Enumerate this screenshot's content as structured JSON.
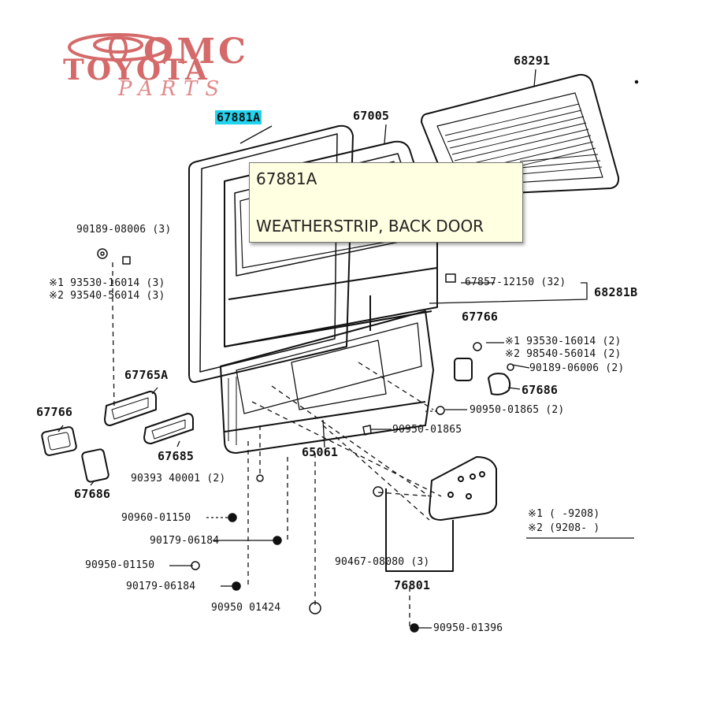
{
  "logo": {
    "omc": "OMC",
    "toyota": "TOYOTA",
    "parts": "PARTS"
  },
  "tooltip": {
    "part_number": "67881A",
    "description": "WEATHERSTRIP, BACK DOOR"
  },
  "labels": {
    "p67881a": "67881A",
    "p67005": "67005",
    "p68291": "68291",
    "p90189_a": "90189-08006 (3)",
    "p93530_a": "※1 93530-16014 (3)",
    "p93540_a": "※2 93540-56014 (3)",
    "p67857": "67857-12150 (32)",
    "p68281b": "68281B",
    "p67766_r": "67766",
    "p93530_b": "※1 93530-16014 (2)",
    "p93540_b": "※2 98540-56014 (2)",
    "p90189_b": "90189-06006 (2)",
    "p67686_r": "67686",
    "p67765a": "67765A",
    "p67766_l": "67766",
    "p67685": "67685",
    "p90950_01865a": "90950-01865 (2)",
    "p90950_01865b": "90950-01865",
    "p65061": "65061",
    "p90393": "90393 40001 (2)",
    "p67686_l": "67686",
    "p90950_01150": "90960-01150",
    "p90179_a": "90179-06184",
    "p90950_01150b": "90950-01150",
    "p90179_b": "90179-06184",
    "p90950_01424": "90950 01424",
    "p90467": "90467-08080 (3)",
    "p76801": "76801",
    "p90950_01396": "90950-01396",
    "legend1": "※1 (        -9208)",
    "legend2": "※2 (9208-        )"
  },
  "colors": {
    "highlight": "#22d3ee",
    "tooltip_bg": "#ffffe1",
    "logo": "#d46a6a"
  }
}
